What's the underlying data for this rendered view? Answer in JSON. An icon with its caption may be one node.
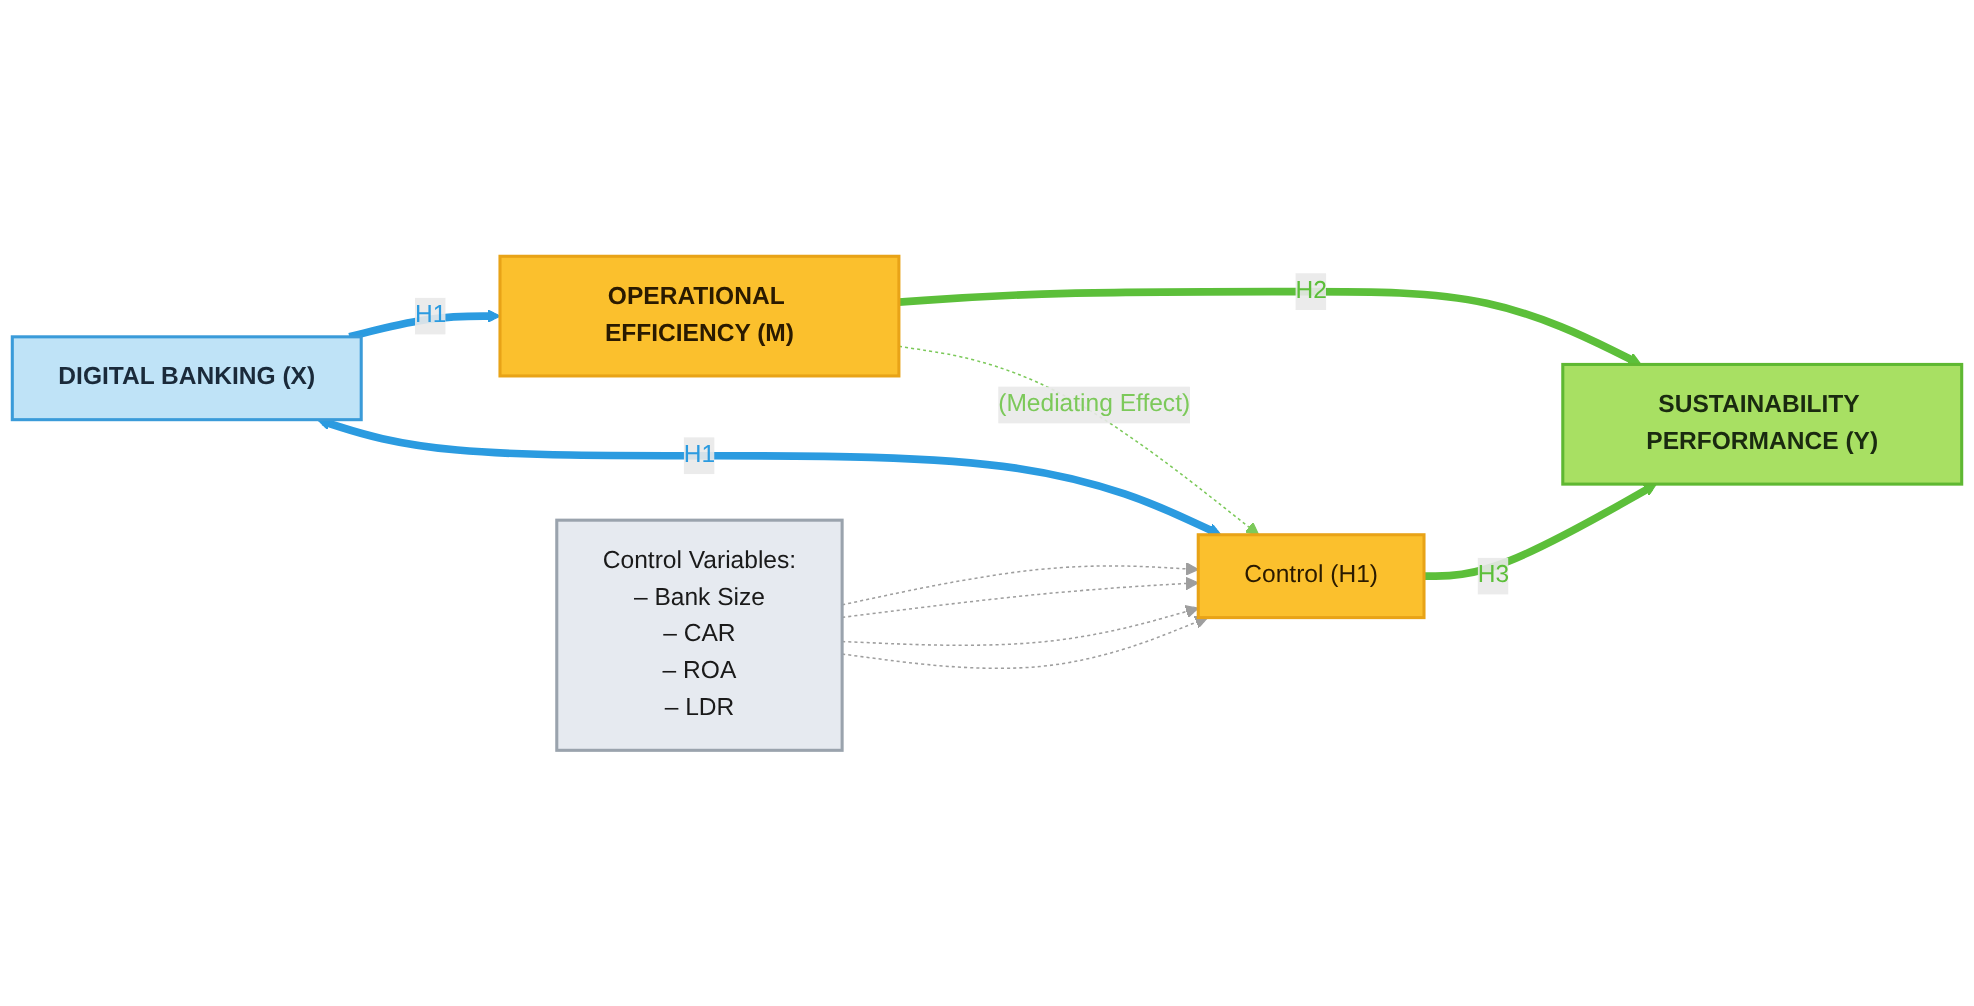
{
  "diagram": {
    "nodes": [
      {
        "text": [
          "DIGITAL BANKING (X)"
        ]
      },
      {
        "text": [
          "OPERATIONAL EFFICIENCY (M)"
        ]
      },
      {
        "text": [
          "SUSTAINABILITY PERFORMANCE (Y)"
        ]
      },
      {
        "text": [
          "Control (H1)"
        ]
      },
      {
        "text": [
          "Control Variables:",
          "– Bank Size",
          "– CAR",
          "– ROA",
          "– LDR"
        ]
      }
    ],
    "edges": [
      {
        "from": 0,
        "to": 1,
        "arrow": "to",
        "label": "H1",
        "style": "thick",
        "color": "#2b9be0"
      },
      {
        "from": 1,
        "to": 2,
        "arrow": "to",
        "label": "H2",
        "style": "thick",
        "color": "#5cbf3a"
      },
      {
        "from": 1,
        "to": 3,
        "arrow": "to",
        "label": "(Mediating Effect)",
        "style": "dashed",
        "color": "#7cc95a"
      },
      {
        "from": 0,
        "to": 3,
        "arrow": "both",
        "label": "H1",
        "style": "thick",
        "color": "#2b9be0"
      },
      {
        "from": 3,
        "to": 2,
        "arrow": "to",
        "label": "H3",
        "style": "thick",
        "color": "#5cbf3a"
      },
      {
        "from": 4,
        "to": 3,
        "arrow": "to",
        "style": "dashed",
        "color": "#9e9e9e"
      },
      {
        "from": 4,
        "to": 3,
        "arrow": "to",
        "style": "dashed",
        "color": "#9e9e9e"
      },
      {
        "from": 4,
        "to": 3,
        "arrow": "to",
        "style": "dashed",
        "color": "#9e9e9e"
      },
      {
        "from": 4,
        "to": 3,
        "arrow": "to",
        "style": "dashed",
        "color": "#9e9e9e"
      }
    ]
  }
}
